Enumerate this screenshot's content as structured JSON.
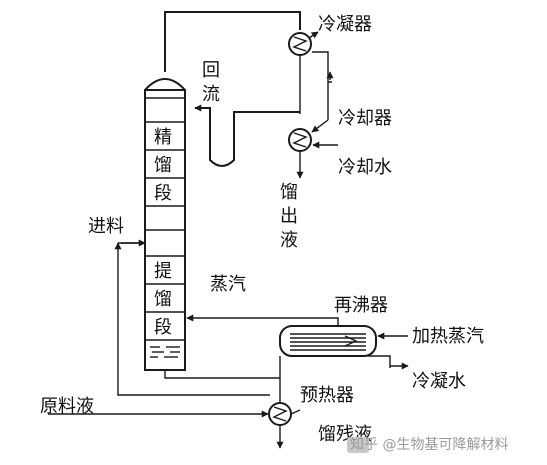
{
  "labels": {
    "condenser": "冷凝器",
    "reflux_1": "回",
    "reflux_2": "流",
    "cooler": "冷却器",
    "cooling_water": "冷却水",
    "distillate_1": "馏",
    "distillate_2": "出",
    "distillate_3": "液",
    "feed": "进料",
    "rect_1": "精",
    "rect_2": "馏",
    "rect_3": "段",
    "strip_1": "提",
    "strip_2": "馏",
    "strip_3": "段",
    "steam": "蒸汽",
    "reboiler": "再沸器",
    "heating_steam": "加热蒸汽",
    "condensate": "冷凝水",
    "preheater": "预热器",
    "raw_liquid": "原料液",
    "residue": "馏残液",
    "watermark": "知乎 @生物基可降解材料"
  },
  "icons": [
    "heat-exchanger-icon",
    "reboiler-icon",
    "arrow-icon",
    "zhihu-logo-icon"
  ]
}
